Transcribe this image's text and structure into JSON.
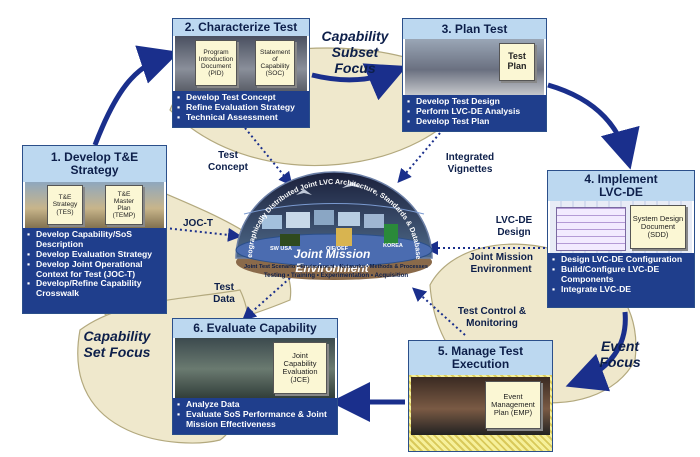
{
  "steps": {
    "s1": {
      "title": "1. Develop T&E Strategy",
      "doc1": "T&E Strategy (TES)",
      "doc2": "T&E Master Plan (TEMP)",
      "bullets": [
        "Develop Capability/SoS Description",
        "Develop Evaluation Strategy",
        "Develop Joint Operational Context for Test (JOC-T)",
        "Develop/Refine Capability Crosswalk"
      ]
    },
    "s2": {
      "title": "2. Characterize Test",
      "doc1": "Program Introduction Document (PID)",
      "doc2": "Statement of Capability (SOC)",
      "bullets": [
        "Develop Test Concept",
        "Refine Evaluation Strategy",
        "Technical Assessment"
      ]
    },
    "s3": {
      "title": "3. Plan Test",
      "doc1": "Test Plan",
      "bullets": [
        "Develop Test Design",
        "Perform LVC-DE Analysis",
        "Develop Test Plan"
      ]
    },
    "s4": {
      "title": "4. Implement LVC-DE",
      "doc1": "System Design Document (SDD)",
      "bullets": [
        "Design LVC-DE Configuration",
        "Build/Configure LVC-DE Components",
        "Integrate LVC-DE"
      ]
    },
    "s5": {
      "title": "5. Manage Test Execution",
      "doc1": "Event Management Plan (EMP)"
    },
    "s6": {
      "title": "6. Evaluate Capability",
      "doc1": "Joint Capability Evaluation (JCE)",
      "bullets": [
        "Analyze Data",
        "Evaluate SoS Performance & Joint Mission Effectiveness"
      ]
    }
  },
  "focus": {
    "subset": "Capability Subset Focus",
    "set": "Capability Set Focus",
    "event": "Event Focus"
  },
  "links": {
    "test_concept": "Test Concept",
    "integrated_vignettes": "Integrated Vignettes",
    "joc_t": "JOC-T",
    "lvc_de_design": "LVC-DE Design",
    "joint_mission_environment": "Joint Mission Environment",
    "test_data": "Test Data",
    "test_control": "Test Control & Monitoring"
  },
  "dome": {
    "arc_text": "Geographically Distributed Joint LVC Architecture, Standards & Databases",
    "band": "Joint Mission Environment",
    "sub_band": "Joint Test Scenario • Environment • Networks • Methods & Processes",
    "base": "Testing • Training • Experimentation • Acquisition",
    "sites": [
      "SW USA",
      "OIF/OEF",
      "KOREA"
    ]
  },
  "colors": {
    "arrow": "#1a2f8c",
    "header": "#bcd8f0",
    "bullet_bg": "#1f3e8c",
    "petal": "#efe8cc",
    "hatch": "#f3ec8c"
  }
}
